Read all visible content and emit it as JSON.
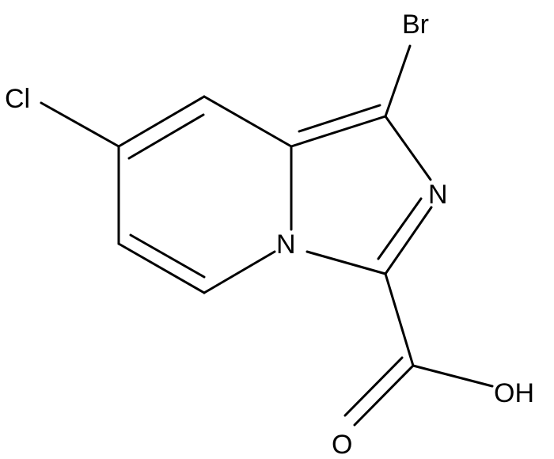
{
  "molecule": {
    "atoms": {
      "br": "Br",
      "cl": "Cl",
      "n_ring": "N",
      "n_bridge": "N",
      "oh": "OH",
      "o": "O"
    },
    "colors": {
      "bond": "#000000",
      "label": "#000000",
      "background": "#ffffff"
    }
  }
}
